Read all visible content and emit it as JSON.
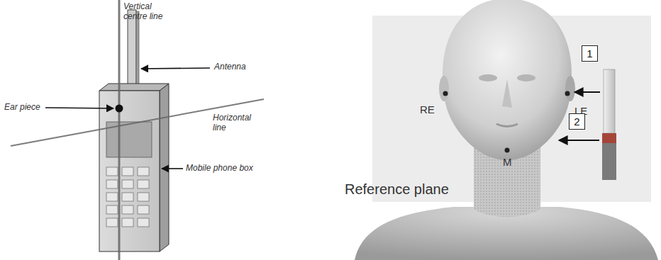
{
  "diagram": {
    "nodes": [
      {
        "text": [
          "1"
        ]
      },
      {
        "text": [
          "2"
        ]
      }
    ],
    "labels": [
      "Vertical centre line",
      "Antenna",
      "Ear piece",
      "Horizontal line",
      "Mobile phone box",
      "RE",
      "LE",
      "M",
      "Reference plane"
    ]
  }
}
